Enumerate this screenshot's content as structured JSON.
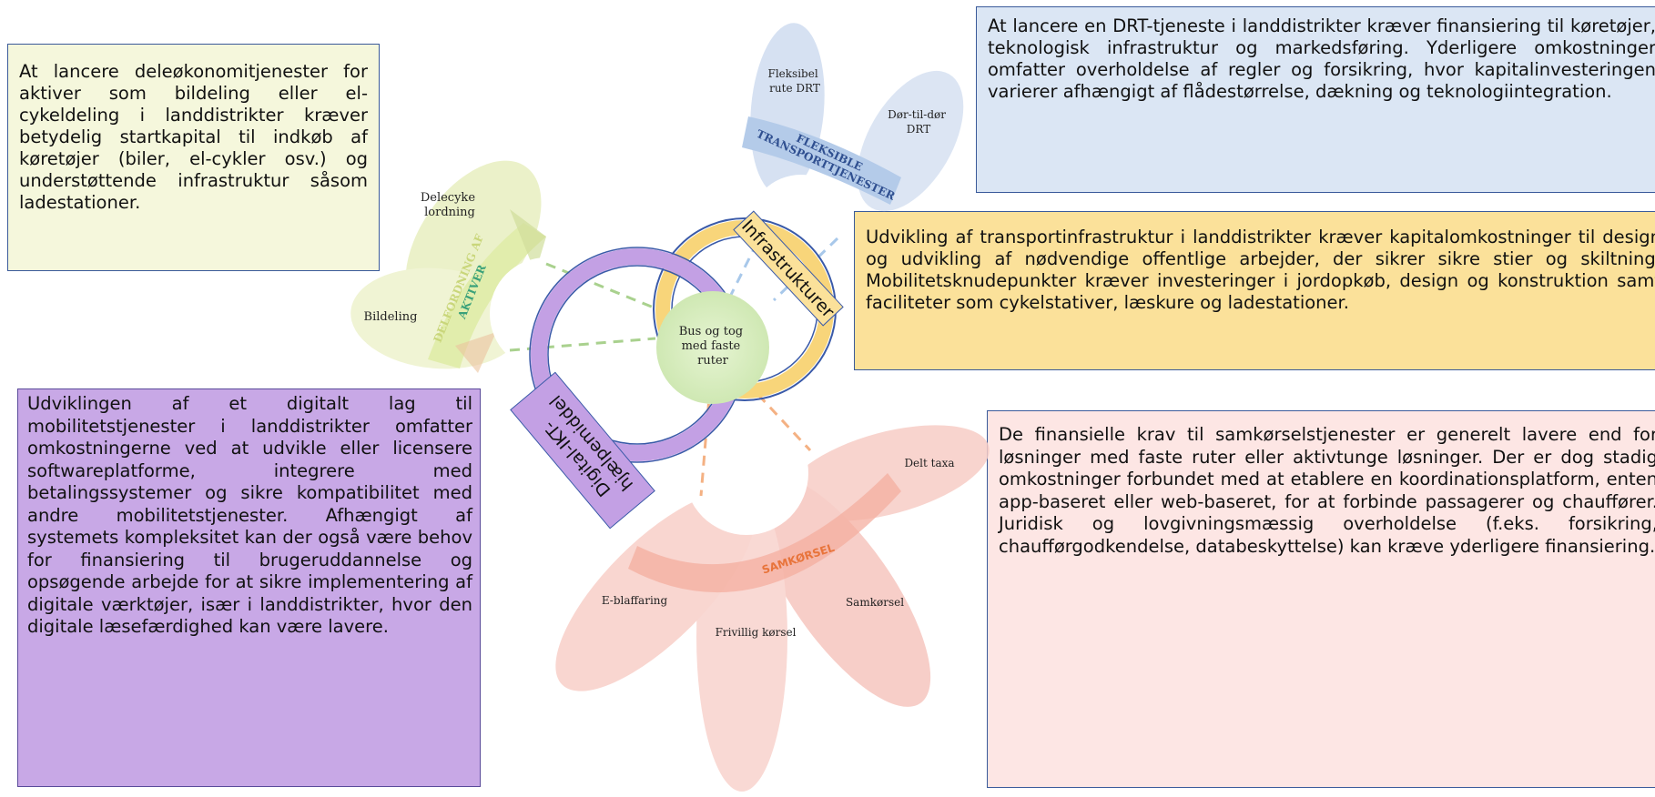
{
  "text_boxes": {
    "deleokonomi": "At lancere deleøkonomitjenester for aktiver som bildeling eller el-cykeldeling i landdistrikter kræver betydelig startkapital til indkøb af køretøjer (biler, el-cykler osv.) og understøttende infrastruktur såsom ladestationer.",
    "digital": "Udviklingen af et digitalt lag til mobilitetstjenester i landdistrikter omfatter omkostningerne ved at udvikle eller licensere softwareplatforme, integrere med betalingssystemer og sikre kompatibilitet med andre mobilitetstjenester. Afhængigt af systemets kompleksitet kan der også være behov for finansiering til brugeruddannelse og opsøgende arbejde for at sikre implementering af digitale værktøjer, især i landdistrikter, hvor den digitale læsefærdighed kan være lavere.",
    "drt": "At lancere en DRT-tjeneste i landdistrikter kræver finansiering til køretøjer, teknologisk infrastruktur og markedsføring. Yderligere omkostninger omfatter overholdelse af regler og forsikring, hvor kapitalinvesteringen varierer afhængigt af flådestørrelse, dækning og teknologiintegration.",
    "infrastruktur": "Udvikling af transportinfrastruktur i landdistrikter kræver kapitalomkostninger til design og udvikling af nødvendige offentlige arbejder, der sikrer sikre stier og skiltning. Mobilitetsknudepunkter kræver investeringer i jordopkøb, design og konstruktion samt faciliteter som cykelstativer, læskure og ladestationer.",
    "samkorsel": "De finansielle krav til samkørselstjenester er generelt lavere end for løsninger med faste ruter eller aktivtunge løsninger. Der er dog stadig omkostninger forbundet med at etablere en koordinationsplatform, enten app-baseret eller web-baseret, for at forbinde passagerer og chauffører. Juridisk og lovgivningsmæssig overholdelse (f.eks. forsikring, chaufførgodkendelse, databeskyttelse) kan kræve yderligere finansiering."
  },
  "diagram": {
    "center": [
      "Bus og tog",
      "med faste",
      "ruter"
    ],
    "ring_infrastruktur": "Infrastrukturer",
    "ring_digital": "Digital-IKT-hjælpemiddel",
    "ring_digital_lines": [
      "Digital-IKT-",
      "hjælpemiddel"
    ],
    "delforordning_band": [
      "DELFORDNING AF",
      "AKTIVER"
    ],
    "delforordning_petals": {
      "top": [
        "Delecyke",
        "lordning"
      ],
      "left": "Bildeling"
    },
    "fleksible_band": [
      "FLEKSIBLE",
      "TRANSPORTTJENESTER"
    ],
    "fleksible_petals": {
      "left": [
        "Fleksibel",
        "rute DRT"
      ],
      "right": [
        "Dør-til-dør",
        "DRT"
      ]
    },
    "samkorsel_band": "SAMKØRSEL",
    "samkorsel_petals": {
      "delt_taxa": "Delt taxa",
      "samkorsel": "Samkørsel",
      "frivillig": "Frivillig kørsel",
      "eblaffaring": "E-blaffaring"
    }
  },
  "colors": {
    "green_petals": "#e6edb8",
    "blue_petals": "#c9d8ee",
    "red_petals": "#f6c2bb",
    "yellow_ring": "#f8d57a",
    "purple_ring": "#c3a0e4",
    "center": "#d9efc1"
  }
}
